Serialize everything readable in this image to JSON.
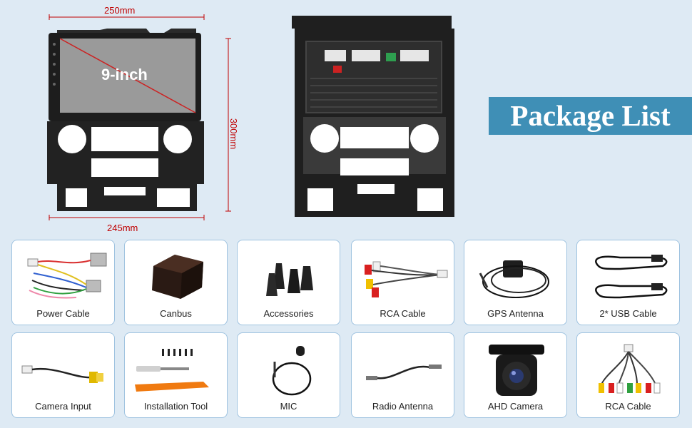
{
  "dimensions": {
    "width_top": "250mm",
    "width_bottom": "245mm",
    "height": "300mm",
    "screen_size": "9-inch"
  },
  "banner": {
    "title": "Package List"
  },
  "items": [
    {
      "label": "Power Cable",
      "icon": "wire-harness-icon"
    },
    {
      "label": "Canbus",
      "icon": "canbus-box-icon"
    },
    {
      "label": "Accessories",
      "icon": "clips-icon"
    },
    {
      "label": "RCA Cable",
      "icon": "rca-cable-icon"
    },
    {
      "label": "GPS Antenna",
      "icon": "gps-antenna-icon"
    },
    {
      "label": "2* USB Cable",
      "icon": "usb-cable-icon"
    },
    {
      "label": "Camera Input",
      "icon": "camera-input-cable-icon"
    },
    {
      "label": "Installation Tool",
      "icon": "installation-tool-icon"
    },
    {
      "label": "MIC",
      "icon": "microphone-icon"
    },
    {
      "label": "Radio Antenna",
      "icon": "radio-antenna-icon"
    },
    {
      "label": "AHD Camera",
      "icon": "camera-icon"
    },
    {
      "label": "RCA Cable",
      "icon": "rca-cable-icon"
    }
  ],
  "colors": {
    "accent": "#3f8fb6",
    "dimension": "#c00000",
    "background": "#deeaf4"
  }
}
